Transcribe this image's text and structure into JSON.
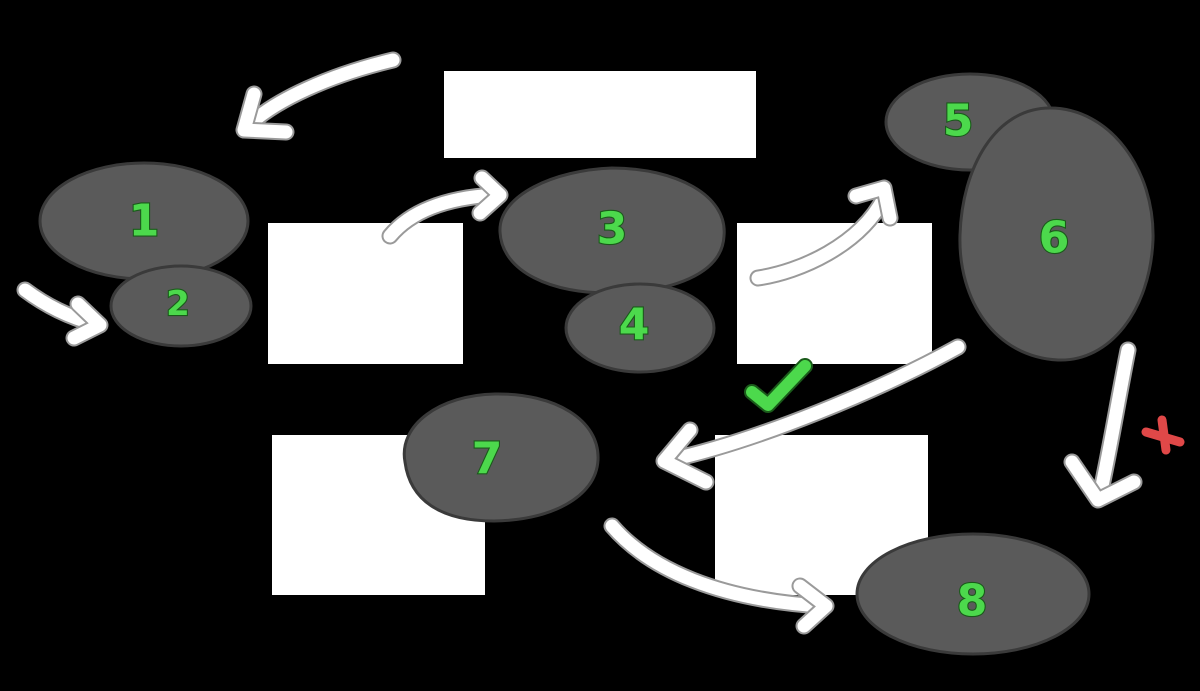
{
  "colors": {
    "background": "#000000",
    "placeholder_box": "#ffffff",
    "blob_fill": "#5a5a5a",
    "blob_stroke": "#3a3a3a",
    "number_fill": "#4cd94c",
    "number_stroke": "#1a5a1a",
    "arrow": "#ffffff",
    "arrow_outline": "#9a9a9a",
    "check_mark": "#4cd94c",
    "cross_mark": "#e04848"
  },
  "step_labels": {
    "s1": "1",
    "s2": "2",
    "s3": "3",
    "s4": "4",
    "s5": "5",
    "s6": "6",
    "s7": "7",
    "s8": "8"
  },
  "icons": {
    "check": "check-mark-icon",
    "cross": "cross-mark-icon",
    "arrow": "curved-arrow-icon"
  }
}
